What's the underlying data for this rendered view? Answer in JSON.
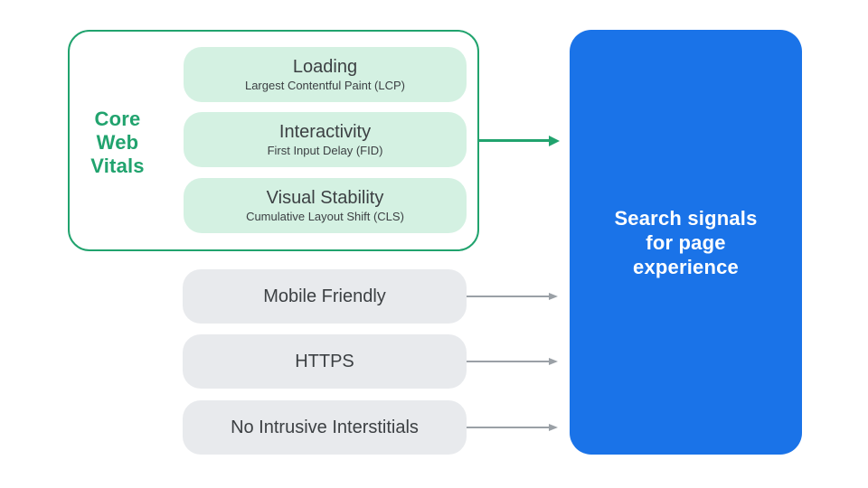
{
  "diagram": {
    "core_web_vitals": {
      "label": "Core Web Vitals",
      "items": [
        {
          "title": "Loading",
          "subtitle": "Largest Contentful Paint (LCP)"
        },
        {
          "title": "Interactivity",
          "subtitle": "First Input Delay (FID)"
        },
        {
          "title": "Visual Stability",
          "subtitle": "Cumulative Layout Shift (CLS)"
        }
      ]
    },
    "other_signals": [
      {
        "label": "Mobile Friendly"
      },
      {
        "label": "HTTPS"
      },
      {
        "label": "No Intrusive Interstitials"
      }
    ],
    "result": {
      "label": "Search signals for page experience"
    },
    "colors": {
      "teal_accent": "#21A36E",
      "mint_pill_fill": "#D4F1E2",
      "gray_pill_fill": "#E8EAED",
      "dark_text": "#3C4043",
      "blue_box_fill": "#1A73E8",
      "white_text": "#FFFFFF",
      "gray_arrow": "#9AA0A6"
    }
  }
}
